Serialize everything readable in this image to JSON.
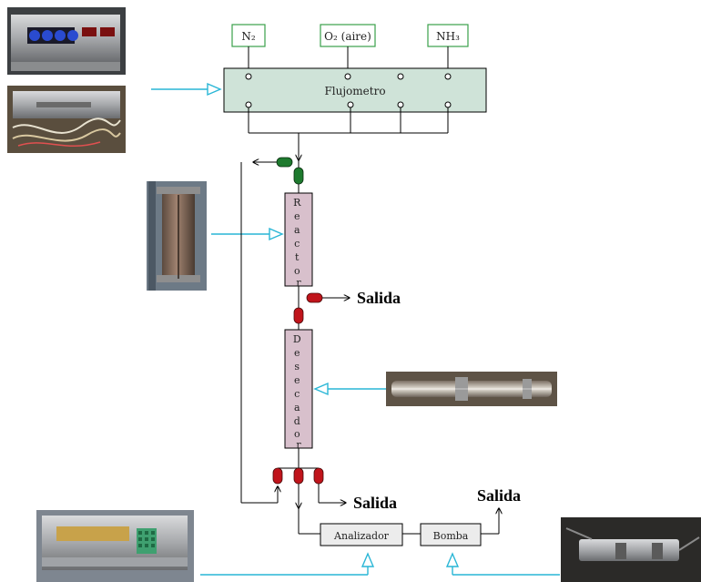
{
  "gases": {
    "n2": "N₂",
    "o2": "O₂ (aire)",
    "nh3": "NH₃"
  },
  "flowmeter": {
    "label": "Flujometro"
  },
  "reactor": {
    "label": "Reactor"
  },
  "dryer": {
    "label": "Desecador"
  },
  "analyzer": {
    "label": "Analizador"
  },
  "pump": {
    "label": "Bomba"
  },
  "outlets": {
    "reactor_outlet": "Salida",
    "dryer_outlet": "Salida",
    "pump_outlet": "Salida"
  },
  "colors": {
    "flowmeter_fill": "#cfe3d8",
    "column_fill": "#d8c0cc",
    "gas_box_border": "#3aa04a",
    "cyan_arrow": "#29b6d6",
    "valve_green": "#1e7a2e",
    "valve_red": "#c0141b",
    "box_fill": "#ececec"
  }
}
